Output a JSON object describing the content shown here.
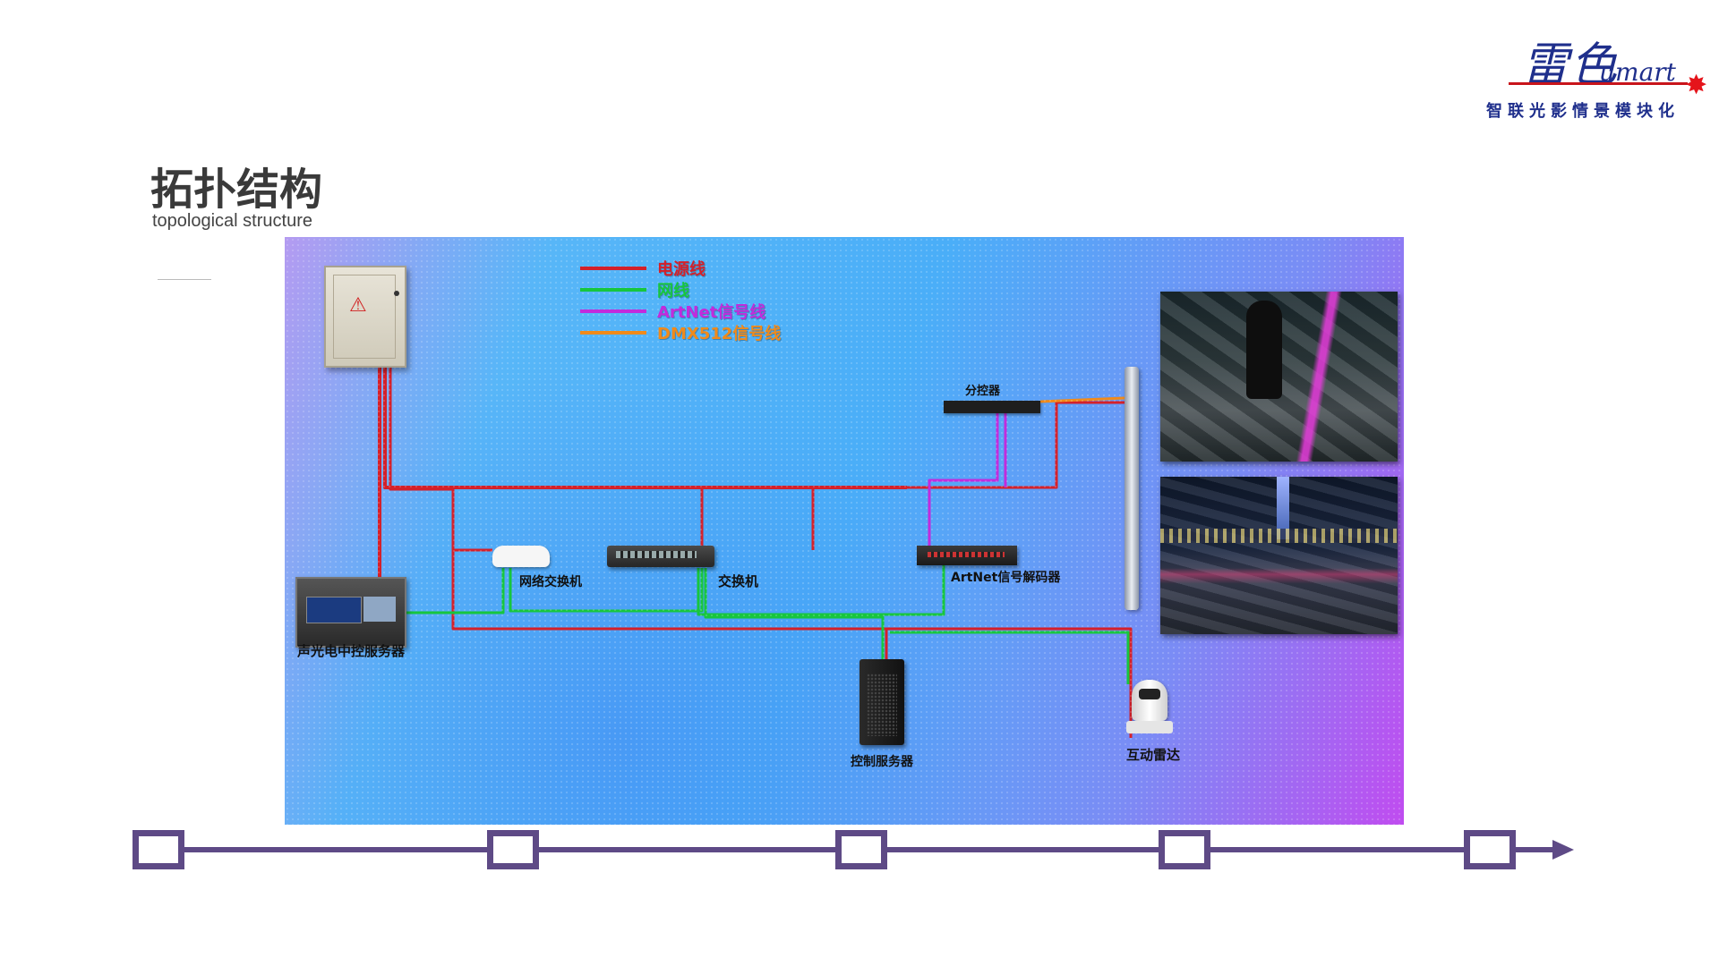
{
  "brand": {
    "logo_script": "雷色",
    "logo_suffix": "umart",
    "slogan": "智联光影情景模块化",
    "accent_color": "#c8151b",
    "brand_color": "#1f2f8c"
  },
  "header": {
    "title": "拓扑结构",
    "subtitle": "topological structure"
  },
  "legend": [
    {
      "label": "电源线",
      "color": "#d4202a"
    },
    {
      "label": "网线",
      "color": "#17c63e"
    },
    {
      "label": "ArtNet信号线",
      "color": "#c22bdc"
    },
    {
      "label": "DMX512信号线",
      "color": "#f08a1a"
    }
  ],
  "devices": {
    "av_server": "声光电中控服务器",
    "ap_router": "网络交换机",
    "net_switch": "交换机",
    "decoder": "ArtNet信号解码器",
    "splitter": "分控器",
    "control_server": "控制服务器",
    "radar": "互动雷达"
  },
  "timeline": {
    "color": "#5e4a86",
    "node_count": 5
  }
}
